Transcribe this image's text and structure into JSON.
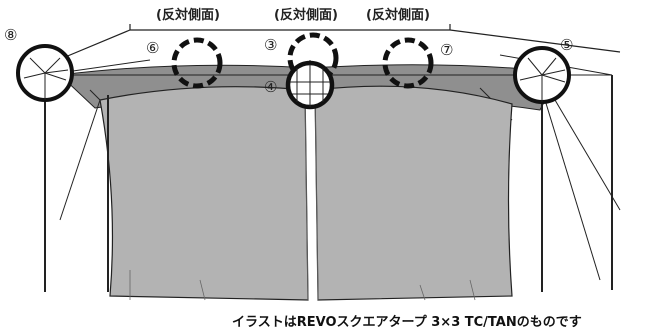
{
  "side_labels": [
    "(反対側面)",
    "(反対側面)",
    "(反対側面)"
  ],
  "markers": {
    "m3": "③",
    "m4": "④",
    "m5": "⑤",
    "m6": "⑥",
    "m7": "⑦",
    "m8": "⑧"
  },
  "caption": "イラストはREVOスクエアタープ 3×3 TC/TANのものです",
  "colors": {
    "canvas": "#b3b3b3",
    "canvas_shadow": "#a6a6a6",
    "roof_dark": "#8f8f8f",
    "line": "#222222"
  }
}
